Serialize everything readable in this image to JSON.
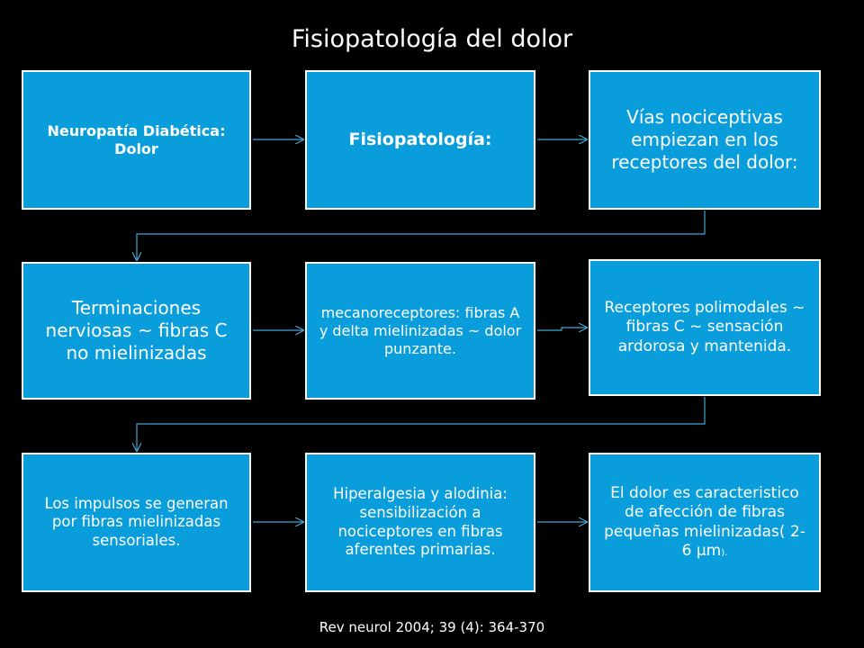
{
  "title": "Fisiopatología del dolor",
  "boxes": {
    "b1": "Neuropatía Diabética: Dolor",
    "b2": "Fisiopatología:",
    "b3": "Vías nociceptivas empiezan en los receptores del dolor:",
    "b4": "Terminaciones nerviosas ~ fibras C no mielinizadas",
    "b5": "mecanoreceptores: fibras A y delta mielinizadas ~ dolor punzante.",
    "b6": "Receptores polimodales ~ fibras C ~ sensación ardorosa y mantenida.",
    "b7": "Los impulsos se generan por fibras mielinizadas sensoriales.",
    "b8": "Hiperalgesia y alodinia: sensibilización a nociceptores en fibras aferentes primarias.",
    "b9_main": "El dolor es caracteristico de afección de fibras pequeñas mielinizadas( 2-6 μm",
    "b9_tail": ")."
  },
  "citation": "Rev  neurol  2004; 39 (4): 364-370",
  "colors": {
    "background": "#000000",
    "box_fill": "#0a9ddb",
    "box_border": "#ffffff",
    "connector": "#3fa9d8"
  }
}
